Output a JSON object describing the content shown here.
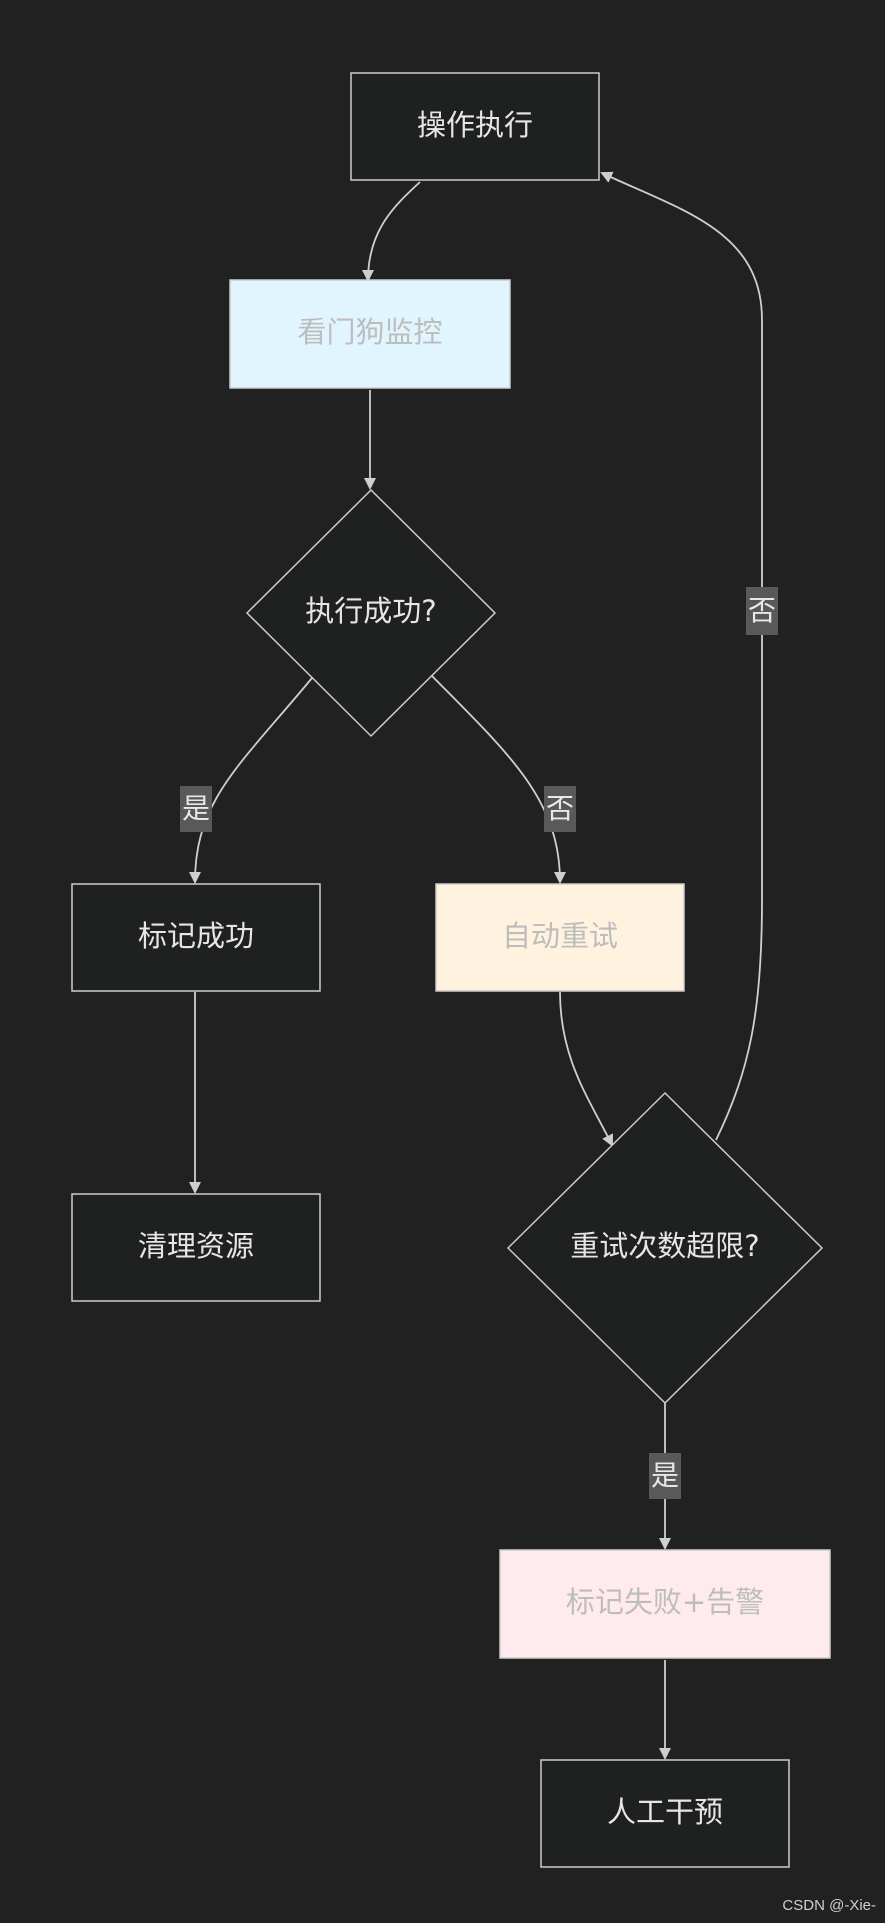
{
  "nodes": {
    "op_exec": "操作执行",
    "watchdog": "看门狗监控",
    "success_check": "执行成功?",
    "mark_success": "标记成功",
    "cleanup": "清理资源",
    "auto_retry": "自动重试",
    "retry_limit": "重试次数超限?",
    "mark_fail": "标记失败+告警",
    "manual": "人工干预"
  },
  "edge_labels": {
    "success_yes": "是",
    "success_no": "否",
    "limit_yes": "是",
    "limit_no": "否"
  },
  "watermark": "CSDN @-Xie-",
  "colors": {
    "background": "#212121",
    "node_dark": "#1f2020",
    "watchdog_fill": "#e1f5fe",
    "retry_fill": "#fff3e0",
    "fail_fill": "#ffebee",
    "light_node_text": "#bdbdbd",
    "dark_node_text": "#e6e6e6"
  }
}
